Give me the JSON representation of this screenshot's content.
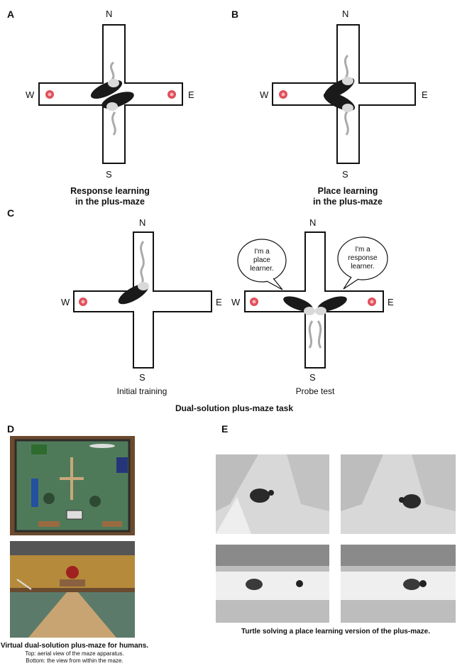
{
  "panels": {
    "A": {
      "letter": "A",
      "caption_line1": "Response learning",
      "caption_line2": "in the plus-maze"
    },
    "B": {
      "letter": "B",
      "caption_line1": "Place learning",
      "caption_line2": "in the plus-maze"
    },
    "C": {
      "letter": "C",
      "left_caption": "Initial training",
      "right_caption": "Probe test",
      "title": "Dual-solution plus-maze task",
      "bubble_left": [
        "I'm a",
        "place",
        "learner."
      ],
      "bubble_right": [
        "I'm a",
        "response",
        "learner."
      ]
    },
    "D": {
      "letter": "D",
      "title": "Virtual dual-solution plus-maze for humans.",
      "note_top": "Top: aerial view of the maze apparatus.",
      "note_bottom": "Bottom: the view from within the maze."
    },
    "E": {
      "letter": "E",
      "title": "Turtle solving a place learning version of the plus-maze."
    }
  },
  "directions": {
    "n": "N",
    "s": "S",
    "e": "E",
    "w": "W"
  },
  "colors": {
    "maze_stroke": "#111111",
    "reward": "#e0505a",
    "rat_body": "#1a1a1a"
  }
}
